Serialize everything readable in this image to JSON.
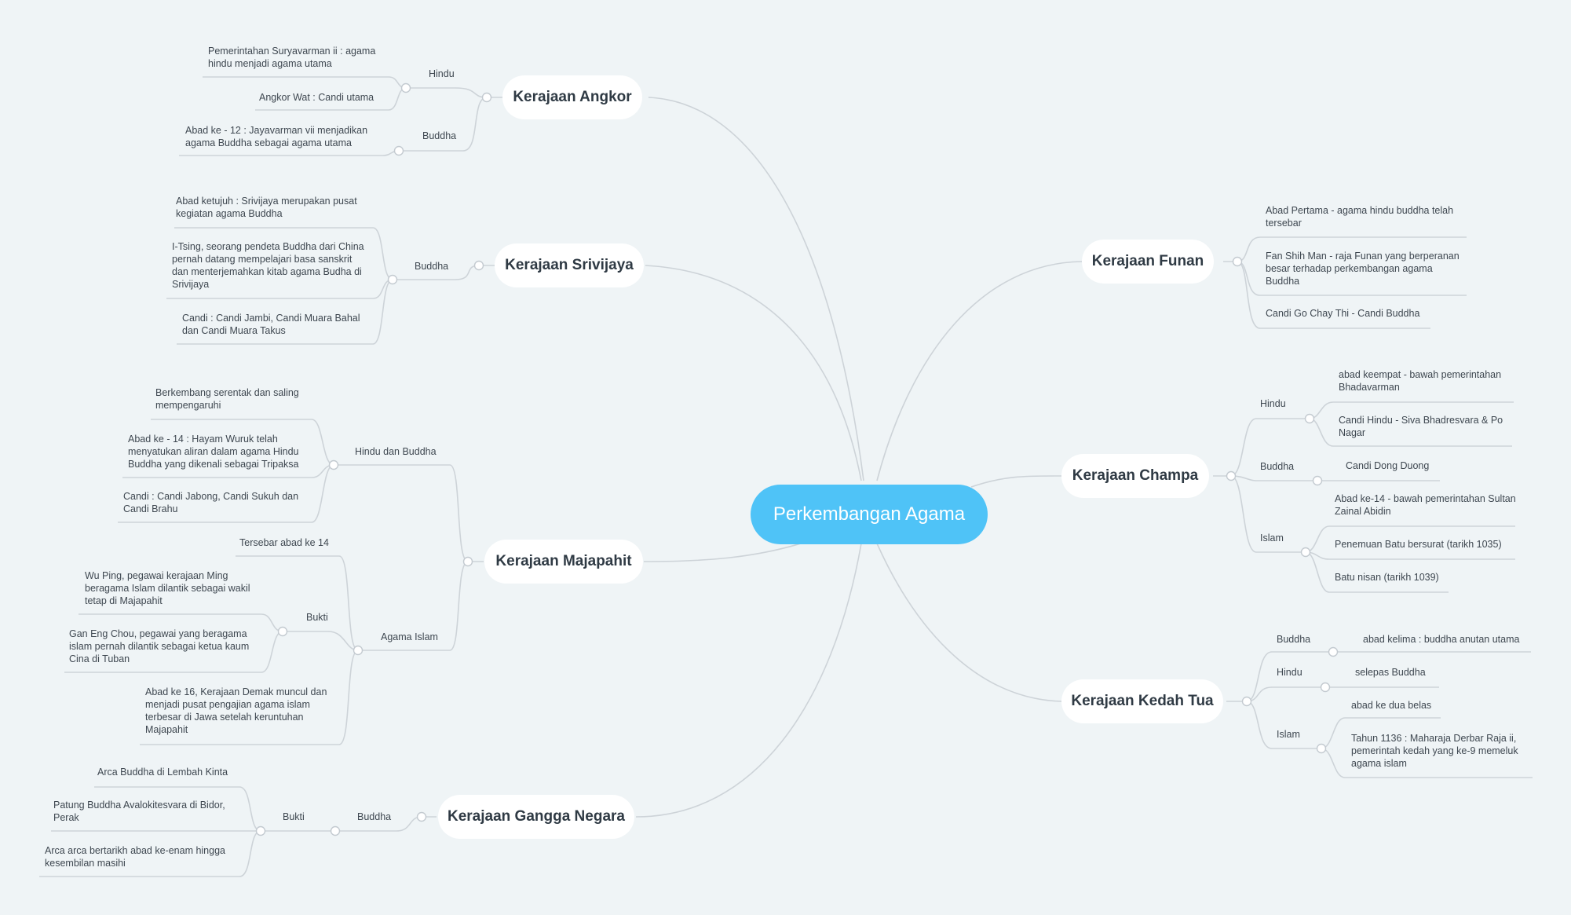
{
  "center": "Perkembangan Agama",
  "kingdoms": {
    "angkor": "Kerajaan Angkor",
    "srivijaya": "Kerajaan Srivijaya",
    "majapahit": "Kerajaan Majapahit",
    "gangga": "Kerajaan Gangga Negara",
    "funan": "Kerajaan Funan",
    "champa": "Kerajaan Champa",
    "kedah": "Kerajaan Kedah Tua"
  },
  "angkor": {
    "hindu": "Hindu",
    "buddha": "Buddha",
    "hindu_items": [
      "Pemerintahan Suryavarman ii : agama hindu menjadi agama utama",
      "Angkor Wat : Candi utama"
    ],
    "buddha_items": [
      "Abad ke - 12 : Jayavarman vii menjadikan agama Buddha sebagai agama utama"
    ]
  },
  "srivijaya": {
    "buddha": "Buddha",
    "items": [
      "Abad ketujuh : Srivijaya merupakan pusat kegiatan agama Buddha",
      "I-Tsing, seorang pendeta Buddha dari China pernah datang mempelajari basa sanskrit dan menterjemahkan kitab agama Budha di Srivijaya",
      "Candi : Candi Jambi, Candi Muara Bahal dan Candi Muara Takus"
    ]
  },
  "majapahit": {
    "hb": "Hindu dan Buddha",
    "hb_items": [
      "Berkembang serentak dan saling mempengaruhi",
      "Abad ke - 14 : Hayam Wuruk telah menyatukan aliran dalam agama Hindu Buddha yang dikenali sebagai Tripaksa",
      "Candi : Candi Jabong, Candi Sukuh dan Candi Brahu"
    ],
    "islam": "Agama Islam",
    "islam_first": "Tersebar abad ke 14",
    "bukti": "Bukti",
    "bukti_items": [
      "Wu Ping, pegawai kerajaan Ming beragama Islam dilantik sebagai wakil tetap di Majapahit",
      "Gan Eng Chou, pegawai yang beragama islam pernah dilantik sebagai ketua kaum Cina di Tuban"
    ],
    "islam_last": "Abad ke 16, Kerajaan Demak muncul dan menjadi pusat pengajian agama islam terbesar di Jawa setelah keruntuhan Majapahit"
  },
  "gangga": {
    "buddha": "Buddha",
    "bukti": "Bukti",
    "items": [
      "Arca Buddha di Lembah Kinta",
      "Patung Buddha Avalokitesvara di Bidor, Perak",
      "Arca arca bertarikh abad ke-enam hingga kesembilan masihi"
    ]
  },
  "funan": {
    "items": [
      "Abad Pertama - agama hindu buddha telah tersebar",
      "Fan Shih Man - raja Funan yang berperanan besar terhadap perkembangan agama Buddha",
      "Candi Go Chay Thi - Candi Buddha"
    ]
  },
  "champa": {
    "hindu": "Hindu",
    "hindu_items": [
      "abad keempat - bawah pemerintahan Bhadavarman",
      "Candi Hindu - Siva Bhadresvara & Po Nagar"
    ],
    "buddha": "Buddha",
    "buddha_items": [
      "Candi Dong Duong"
    ],
    "islam": "Islam",
    "islam_items": [
      "Abad ke-14 - bawah pemerintahan Sultan Zainal Abidin",
      "Penemuan Batu bersurat  (tarikh 1035)",
      "Batu nisan (tarikh 1039)"
    ]
  },
  "kedah": {
    "buddha": "Buddha",
    "buddha_items": [
      "abad kelima : buddha anutan utama"
    ],
    "hindu": "Hindu",
    "hindu_items": [
      "selepas Buddha"
    ],
    "islam": "Islam",
    "islam_items": [
      "abad ke dua belas",
      "Tahun 1136 : Maharaja Derbar Raja ii, pemerintah kedah yang ke-9 memeluk agama islam"
    ]
  },
  "colors": {
    "center": "#4fc3f7",
    "line": "#c9d0d5",
    "background": "#eff4f6"
  }
}
